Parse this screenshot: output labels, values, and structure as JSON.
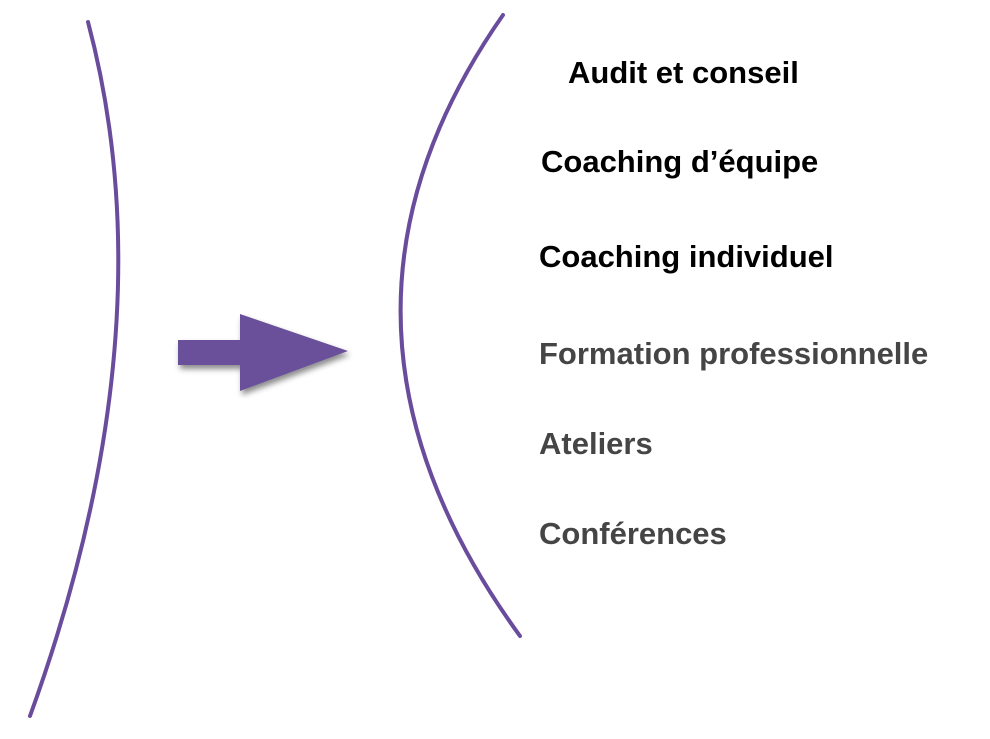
{
  "colors": {
    "curve": "#6a4c9c",
    "arrow": "#6b4f9a",
    "text_primary": "#000000",
    "text_secondary": "#454545"
  },
  "items": [
    {
      "label": "Audit et conseil",
      "emphasis": "primary"
    },
    {
      "label": "Coaching d’équipe",
      "emphasis": "primary"
    },
    {
      "label": "Coaching individuel",
      "emphasis": "primary"
    },
    {
      "label": "Formation professionnelle",
      "emphasis": "secondary"
    },
    {
      "label": "Ateliers",
      "emphasis": "secondary"
    },
    {
      "label": "Conférences",
      "emphasis": "secondary"
    }
  ]
}
